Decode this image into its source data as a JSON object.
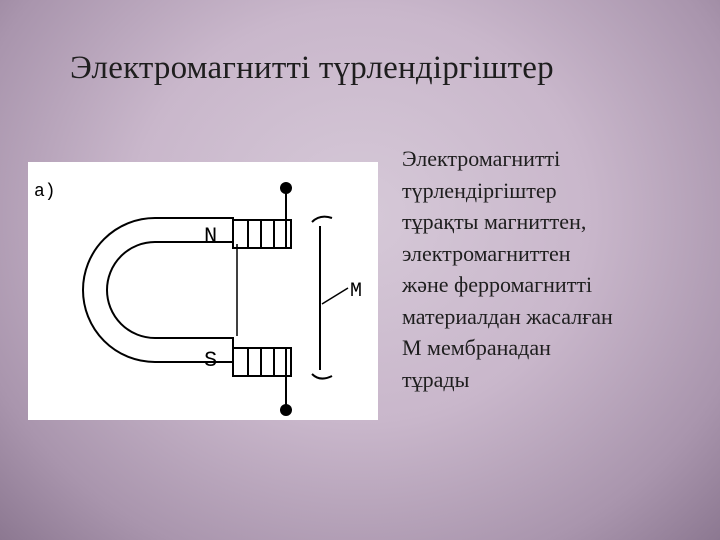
{
  "slide": {
    "title": "Электромагнитті түрлендіргіштер",
    "body_lines": [
      "Электромагнитті",
      "түрлендіргіштер",
      "тұрақты магниттен,",
      "электромагниттен",
      "және ферромагнитті",
      "материалдан жасалған",
      "М мембранадан",
      "тұрады"
    ]
  },
  "figure": {
    "panel_label": "а)",
    "north_label": "N",
    "south_label": "S",
    "membrane_label": "М"
  }
}
